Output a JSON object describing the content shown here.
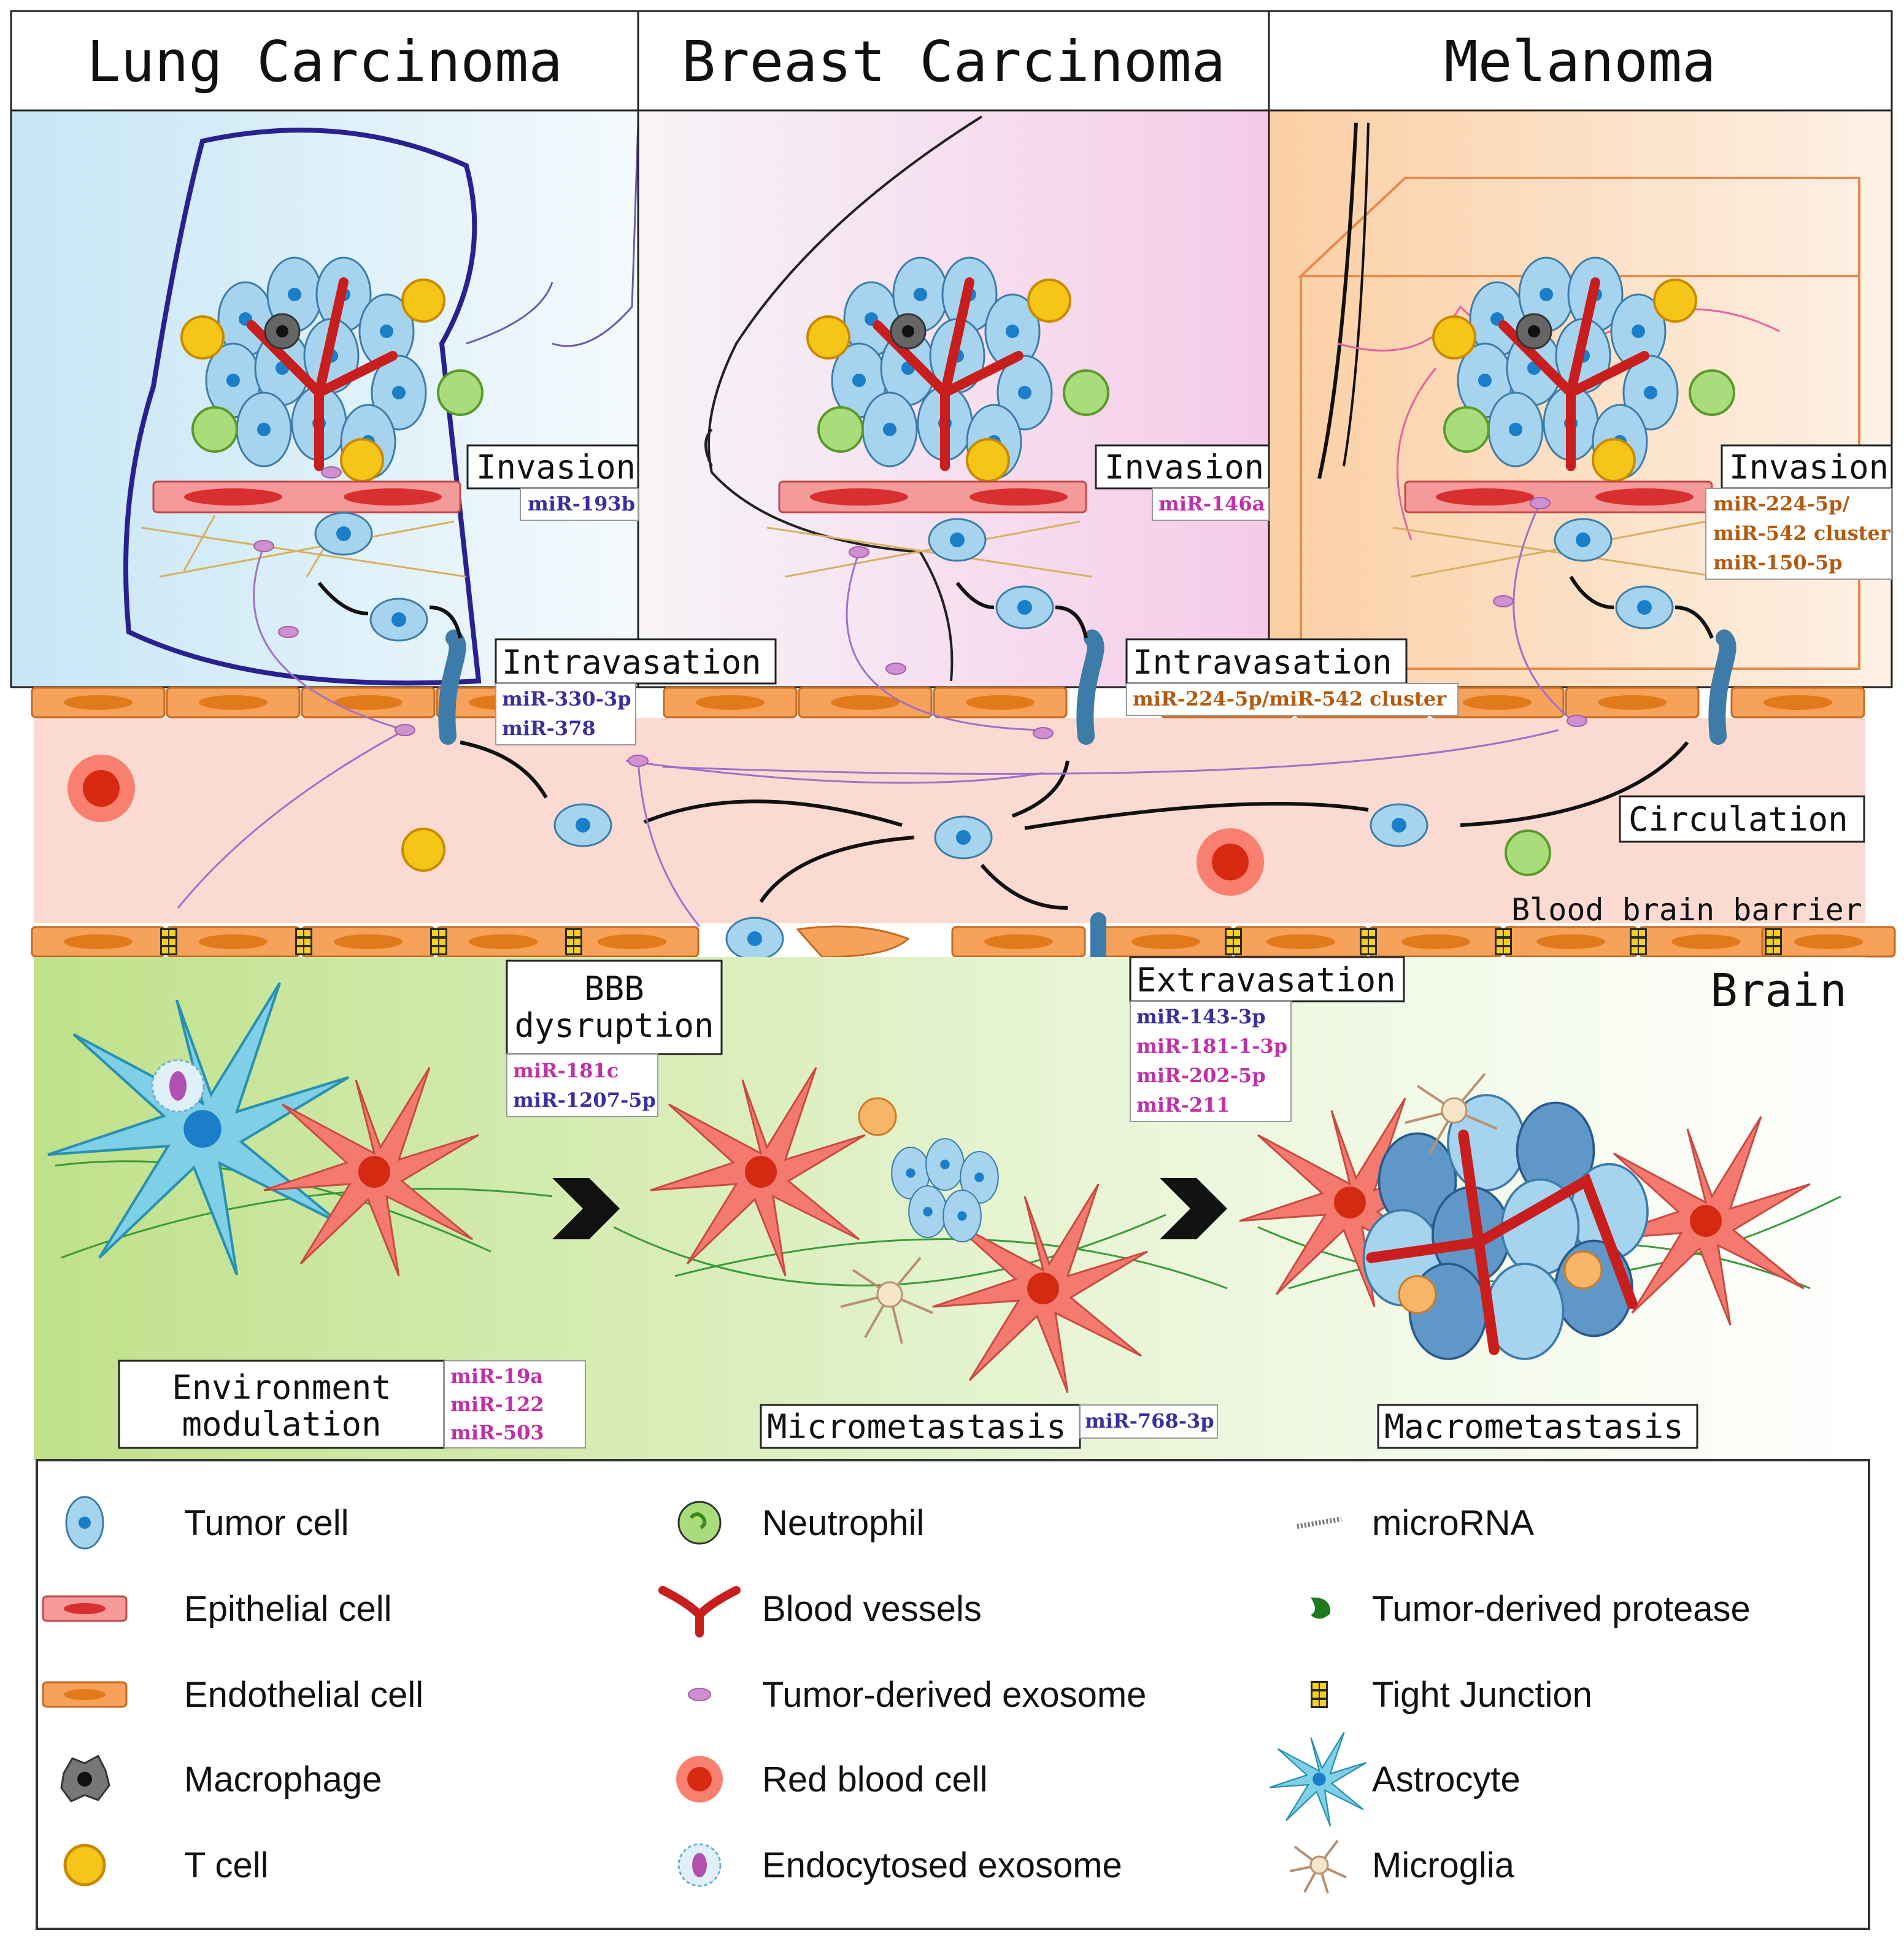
{
  "headers": {
    "lung": "Lung Carcinoma",
    "breast": "Breast Carcinoma",
    "melanoma": "Melanoma"
  },
  "stages": {
    "invasion": "Invasion",
    "intravasation": "Intravasation",
    "circulation": "Circulation",
    "bbb": "Blood brain barrier",
    "brain": "Brain",
    "bbb_dysruption_1": "BBB",
    "bbb_dysruption_2": "dysruption",
    "extravasation": "Extravasation",
    "env_mod_1": "Environment",
    "env_mod_2": "modulation",
    "micrometastasis": "Micrometastasis",
    "macrometastasis": "Macrometastasis"
  },
  "mirnas": {
    "lung_invasion": "miR-193b",
    "breast_invasion": "miR-146a",
    "melanoma_invasion": [
      "miR-224-5p/",
      "miR-542 cluster",
      "miR-150-5p"
    ],
    "lung_intravasation": [
      "miR-330-3p",
      "miR-378"
    ],
    "breast_intravasation": "miR-224-5p/miR-542 cluster",
    "bbb_dysruption": [
      "miR-181c",
      "miR-1207-5p"
    ],
    "extravasation": [
      "miR-143-3p",
      "miR-181-1-3p",
      "miR-202-5p",
      "miR-211"
    ],
    "env_modulation": [
      "miR-19a",
      "miR-122",
      "miR-503"
    ],
    "micrometastasis": "miR-768-3p"
  },
  "colors": {
    "lung_mir": "#3a2fa0",
    "breast_mir": "#c030a8",
    "melanoma_mir": "#b35a10",
    "tumor_cell": "#a6d4ef",
    "nucleus": "#1a7fc8",
    "endothelial": "#f7a25a",
    "epithelial": "#f49a9a",
    "vessel_red": "#c81e1e",
    "exosome": "#d08fd0",
    "astrocyte_red": "#f47a70",
    "astrocyte_blue": "#7fd0e6",
    "lung_bg": "#cfeaf6",
    "breast_bg": "#f6d6ef",
    "melanoma_bg": "#fcd9b8",
    "blood_bg": "#fbdad2",
    "brain_bg": "#cfe9a4"
  },
  "legend": [
    {
      "icon": "tumor-cell-icon",
      "label": "Tumor cell"
    },
    {
      "icon": "epithelial-cell-icon",
      "label": "Epithelial cell"
    },
    {
      "icon": "endothelial-cell-icon",
      "label": "Endothelial cell"
    },
    {
      "icon": "macrophage-icon",
      "label": "Macrophage"
    },
    {
      "icon": "t-cell-icon",
      "label": "T cell"
    },
    {
      "icon": "neutrophil-icon",
      "label": "Neutrophil"
    },
    {
      "icon": "blood-vessel-icon",
      "label": "Blood vessels"
    },
    {
      "icon": "exosome-icon",
      "label": "Tumor-derived exosome"
    },
    {
      "icon": "red-blood-cell-icon",
      "label": "Red blood cell"
    },
    {
      "icon": "endocytosed-exosome-icon",
      "label": "Endocytosed exosome"
    },
    {
      "icon": "microrna-icon",
      "label": "microRNA"
    },
    {
      "icon": "protease-icon",
      "label": "Tumor-derived protease"
    },
    {
      "icon": "tight-junction-icon",
      "label": "Tight Junction"
    },
    {
      "icon": "astrocyte-icon",
      "label": "Astrocyte"
    },
    {
      "icon": "microglia-icon",
      "label": "Microglia"
    }
  ]
}
